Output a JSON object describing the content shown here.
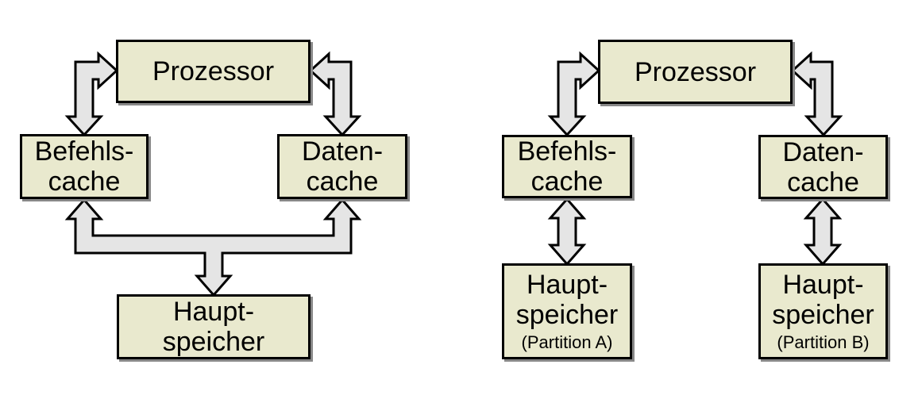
{
  "left_diagram": {
    "nodes": [
      {
        "id": "prozessor",
        "lines": [
          "Prozessor"
        ]
      },
      {
        "id": "befehls-cache",
        "lines": [
          "Befehls-",
          "cache"
        ]
      },
      {
        "id": "daten-cache",
        "lines": [
          "Daten-",
          "cache"
        ]
      },
      {
        "id": "hauptspeicher",
        "lines": [
          "Haupt-",
          "speicher"
        ]
      }
    ],
    "connections": [
      {
        "from": "prozessor",
        "to": "befehls-cache",
        "style": "bidirectional-elbow-arrow"
      },
      {
        "from": "prozessor",
        "to": "daten-cache",
        "style": "bidirectional-elbow-arrow"
      },
      {
        "from": "hauptspeicher",
        "to": "befehls-cache & daten-cache",
        "style": "branching-bidirectional-arrow"
      }
    ]
  },
  "right_diagram": {
    "nodes": [
      {
        "id": "prozessor",
        "lines": [
          "Prozessor"
        ]
      },
      {
        "id": "befehls-cache",
        "lines": [
          "Befehls-",
          "cache"
        ]
      },
      {
        "id": "daten-cache",
        "lines": [
          "Daten-",
          "cache"
        ]
      },
      {
        "id": "hauptspeicher-a",
        "lines": [
          "Haupt-",
          "speicher"
        ],
        "sublabel": "(Partition A)"
      },
      {
        "id": "hauptspeicher-b",
        "lines": [
          "Haupt-",
          "speicher"
        ],
        "sublabel": "(Partition B)"
      }
    ],
    "connections": [
      {
        "from": "prozessor",
        "to": "befehls-cache",
        "style": "bidirectional-elbow-arrow"
      },
      {
        "from": "prozessor",
        "to": "daten-cache",
        "style": "bidirectional-elbow-arrow"
      },
      {
        "from": "befehls-cache",
        "to": "hauptspeicher-a",
        "style": "bidirectional-straight-arrow"
      },
      {
        "from": "daten-cache",
        "to": "hauptspeicher-b",
        "style": "bidirectional-straight-arrow"
      }
    ]
  },
  "colors": {
    "background": "#ffffff",
    "box_fill": "#e9e9ce",
    "box_border": "#000000",
    "box_shadow": "#888888",
    "arrow_fill": "#e5e5e5",
    "arrow_outline": "#000000",
    "text": "#000000"
  }
}
